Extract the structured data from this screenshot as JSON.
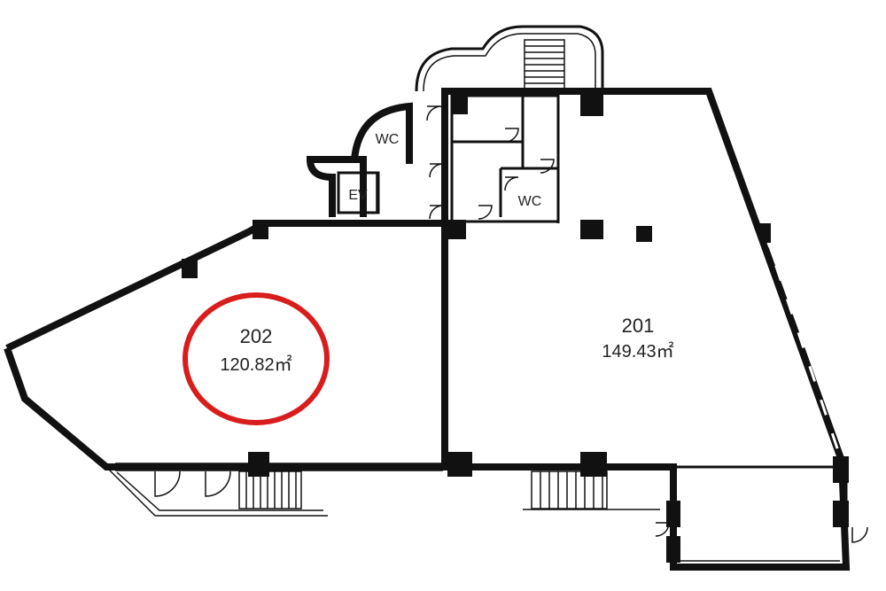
{
  "rooms": {
    "r202": {
      "number": "202",
      "area": "120.82㎡"
    },
    "r201": {
      "number": "201",
      "area": "149.43㎡"
    }
  },
  "labels": {
    "wc_upper": "WC",
    "wc_lower": "WC",
    "elevator": "EV"
  },
  "colors": {
    "wall": "#111111",
    "highlight": "#d91c1c"
  }
}
